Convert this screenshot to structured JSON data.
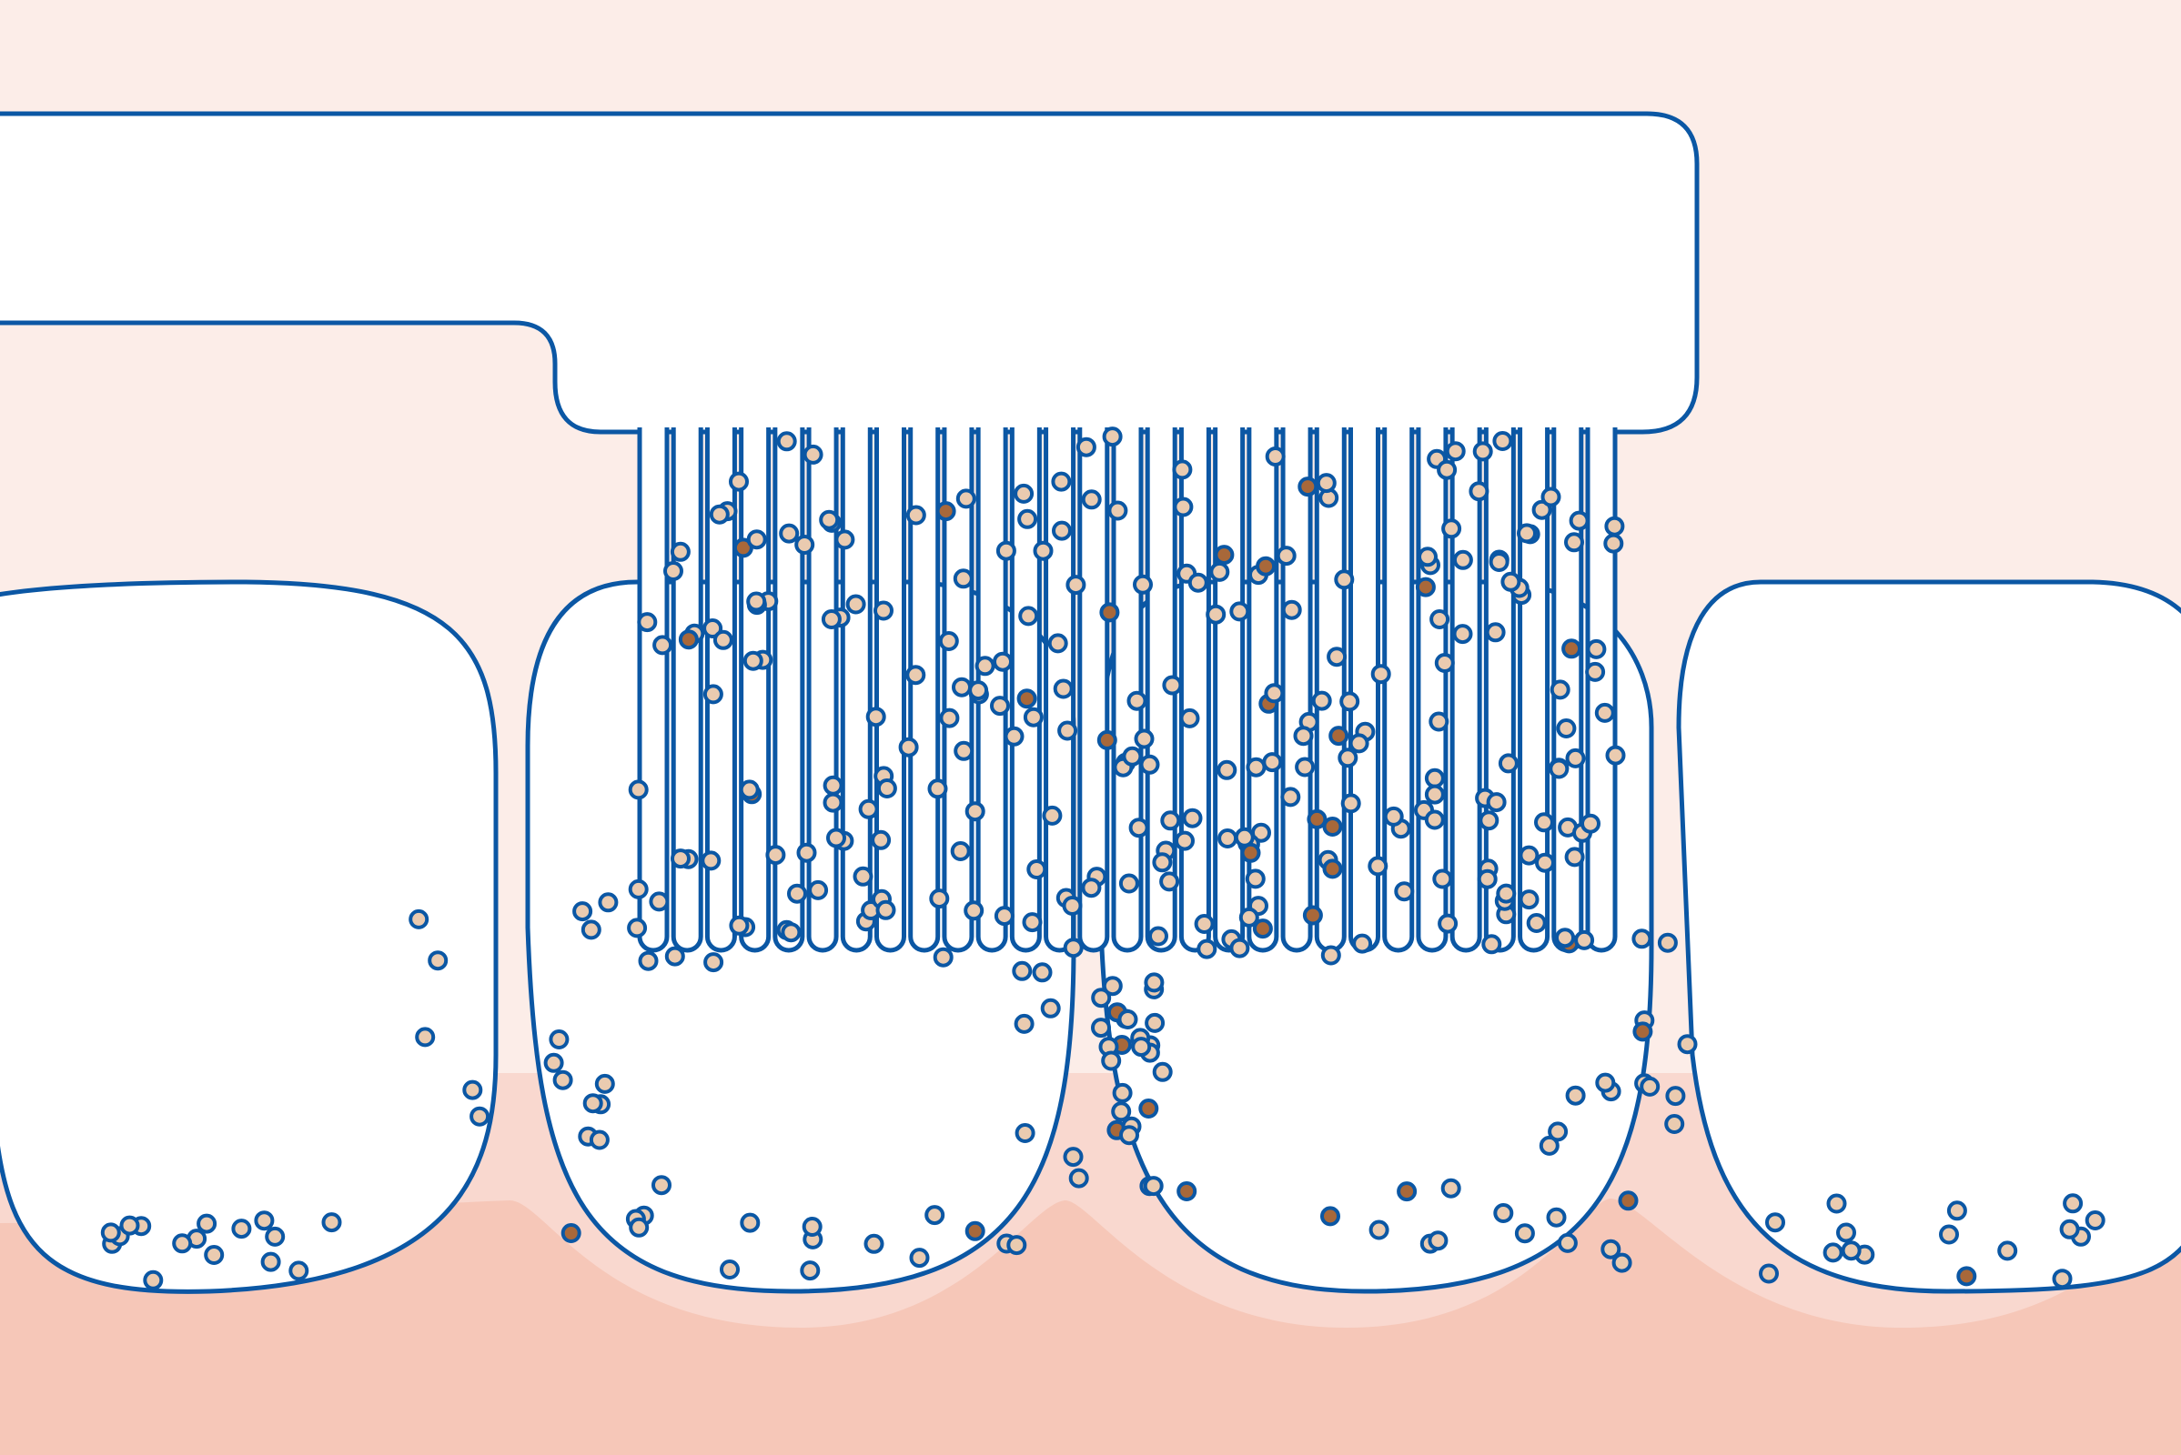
{
  "illustration": {
    "subject": "toothbrush-brushing-teeth-plaque-removal",
    "colors": {
      "background": "#FCEDE8",
      "gum_light": "#F9D8CF",
      "gum_dark": "#F6C7B8",
      "outline": "#0B57A4",
      "tooth_fill": "#FFFFFF",
      "brush_fill": "#FFFFFF",
      "particle_light": "#EACBB0",
      "particle_dark": "#A8683A"
    },
    "icons": [
      "toothbrush-icon",
      "tooth-icon",
      "plaque-particle-icon"
    ],
    "teeth_count": 4,
    "bristle_count": 29,
    "particle_density": "high-under-brush"
  }
}
